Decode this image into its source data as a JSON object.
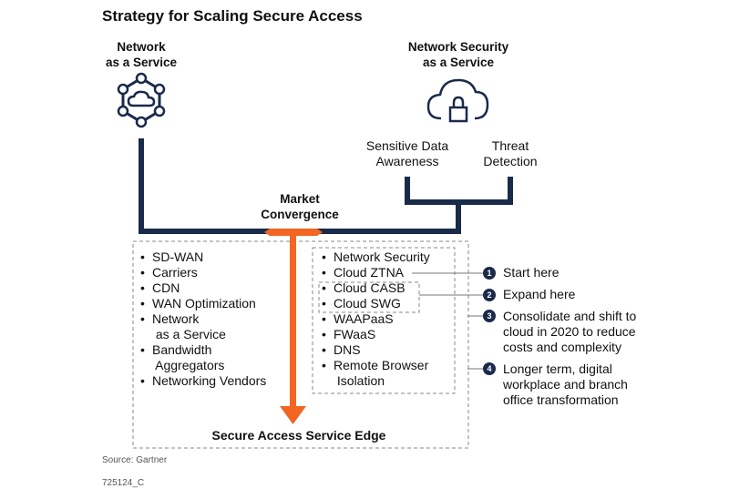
{
  "title": "Strategy for Scaling Secure Access",
  "naas": {
    "line1": "Network",
    "line2": "as a Service",
    "icon": "network-hub-icon"
  },
  "nsaas": {
    "line1": "Network Security",
    "line2": "as a Service",
    "icon": "cloud-lock-icon"
  },
  "sensitive": {
    "line1": "Sensitive Data",
    "line2": "Awareness"
  },
  "threat": {
    "line1": "Threat",
    "line2": "Detection"
  },
  "market": {
    "line1": "Market",
    "line2": "Convergence"
  },
  "left_list": [
    "SD-WAN",
    "Carriers",
    "CDN",
    "WAN Optimization",
    "Network\n as a Service",
    "Bandwidth\n Aggregators",
    "Networking Vendors"
  ],
  "right_list": [
    "Network Security",
    "Cloud ZTNA",
    "Cloud CASB",
    "Cloud SWG",
    "WAAPaaS",
    "FWaaS",
    "DNS",
    "Remote Browser\n Isolation"
  ],
  "steps": [
    {
      "num": "1",
      "text": "Start here"
    },
    {
      "num": "2",
      "text": "Expand here"
    },
    {
      "num": "3",
      "text": "Consolidate and shift to cloud in 2020 to reduce costs and complexity"
    },
    {
      "num": "4",
      "text": "Longer term, digital workplace and branch office transformation"
    }
  ],
  "sase_label": "Secure Access Service Edge",
  "source": "Source: Gartner",
  "code": "725124_C",
  "colors": {
    "navy": "#1a2a4a",
    "orange": "#f26522",
    "gray": "#777777"
  }
}
